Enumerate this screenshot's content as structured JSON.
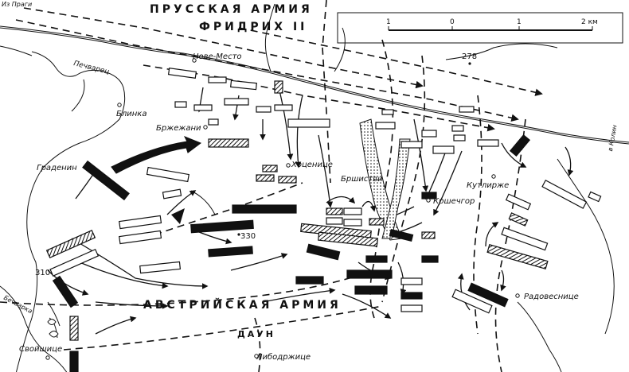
{
  "labels": {
    "prussian_army": "ПРУССКАЯ АРМИЯ",
    "frederick": "ФРИДРИХ II",
    "austrian_army": "АВСТРИЙСКАЯ АРМИЯ",
    "daun": "ДАУН",
    "from_prague": "Из Праги",
    "to_kolin": "в Колин",
    "nove_mesto": "Нове-Место",
    "pecharec": "Печварец",
    "blinka": "Блинка",
    "brzhezhany": "Бржежани",
    "gradenin": "Граденин",
    "hocenice": "Хоценице",
    "brshistvi": "Бршистви",
    "kutlirzhe": "Кутлирже",
    "krshechgor": "Кршечгор",
    "radovesnice": "Радовеснице",
    "bechvarka": "Бечварка",
    "svojshice": "Свойшице",
    "libodrzhice": "Либодржице"
  },
  "elevations": {
    "e278": "278",
    "e330": "330",
    "e310": "310"
  },
  "scale": {
    "t1": "1",
    "t0": "0",
    "t1b": "1",
    "t2": "2 км"
  }
}
